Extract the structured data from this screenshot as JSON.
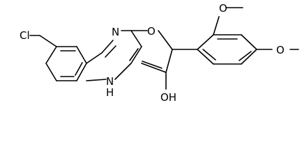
{
  "atom_labels": {
    "chlorine": "Cl",
    "ring_nitrogen_top": "N",
    "ring_nitrogen_bottom": "N",
    "ring_nitrogen_bottom_h": "H",
    "furan_oxygen": "O",
    "hydroxyl": "OH",
    "methoxy_oxygen_top": "O",
    "methoxy_oxygen_right": "O"
  },
  "colors": {
    "background": "#ffffff",
    "ink": "#000000"
  }
}
